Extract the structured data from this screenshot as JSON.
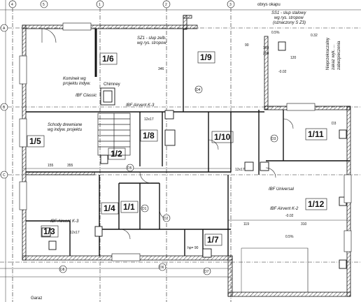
{
  "rooms": [
    {
      "id": "r16",
      "label": "1/6"
    },
    {
      "id": "r19",
      "label": "1/9"
    },
    {
      "id": "r15",
      "label": "1/5"
    },
    {
      "id": "r12",
      "label": "1/2"
    },
    {
      "id": "r18",
      "label": "1/8"
    },
    {
      "id": "r110",
      "label": "1/10"
    },
    {
      "id": "r111",
      "label": "1/11"
    },
    {
      "id": "r112",
      "label": "1/12"
    },
    {
      "id": "r14",
      "label": "1/4"
    },
    {
      "id": "r11",
      "label": "1/1"
    },
    {
      "id": "r13",
      "label": "1/3"
    },
    {
      "id": "r17",
      "label": "1/7"
    }
  ],
  "notes": {
    "s21": [
      "SZ1 - slup zelb.",
      "wg rys. stropow"
    ],
    "ss1": [
      "SS1 - slup stalowy",
      "wg rys. stropow",
      "(oznaczony S Z3)"
    ],
    "kominek": [
      "Kominek wg",
      "projektu indyw."
    ],
    "ibf_classic": "IBF Classic",
    "ibf_k3_top": "IBF Airvent K-3",
    "schody": [
      "Schody drewniane",
      "wg indyw. projektu"
    ],
    "ibf_universal": "IBF Universal",
    "ibf_k2": "IBF Airvent K-2",
    "ibf_k3_bottom": "IBF Airvent K-3",
    "okap": "obrys okapu",
    "right_margin": [
      "Nieprzekraczalny",
      "zakaz wyk. ...",
      "zabezpieczenia"
    ],
    "chimney": "Chimney",
    "bottom": "Garaz"
  },
  "dimensions": [
    "90",
    "155",
    "355",
    "346",
    "12x17",
    "0.5%",
    "0.32",
    "-0.02",
    "hp= 90",
    "12x17",
    "-0.02",
    "119",
    "0.5%",
    "12x17",
    "310",
    "120",
    "160",
    "200"
  ],
  "markers": [
    "D1",
    "D2",
    "D3",
    "D4",
    "D5",
    "D6",
    "D7",
    "D8"
  ],
  "grid_labels": [
    "1",
    "2",
    "3",
    "4",
    "5",
    "A",
    "B",
    "C"
  ],
  "legend_note": "D3"
}
